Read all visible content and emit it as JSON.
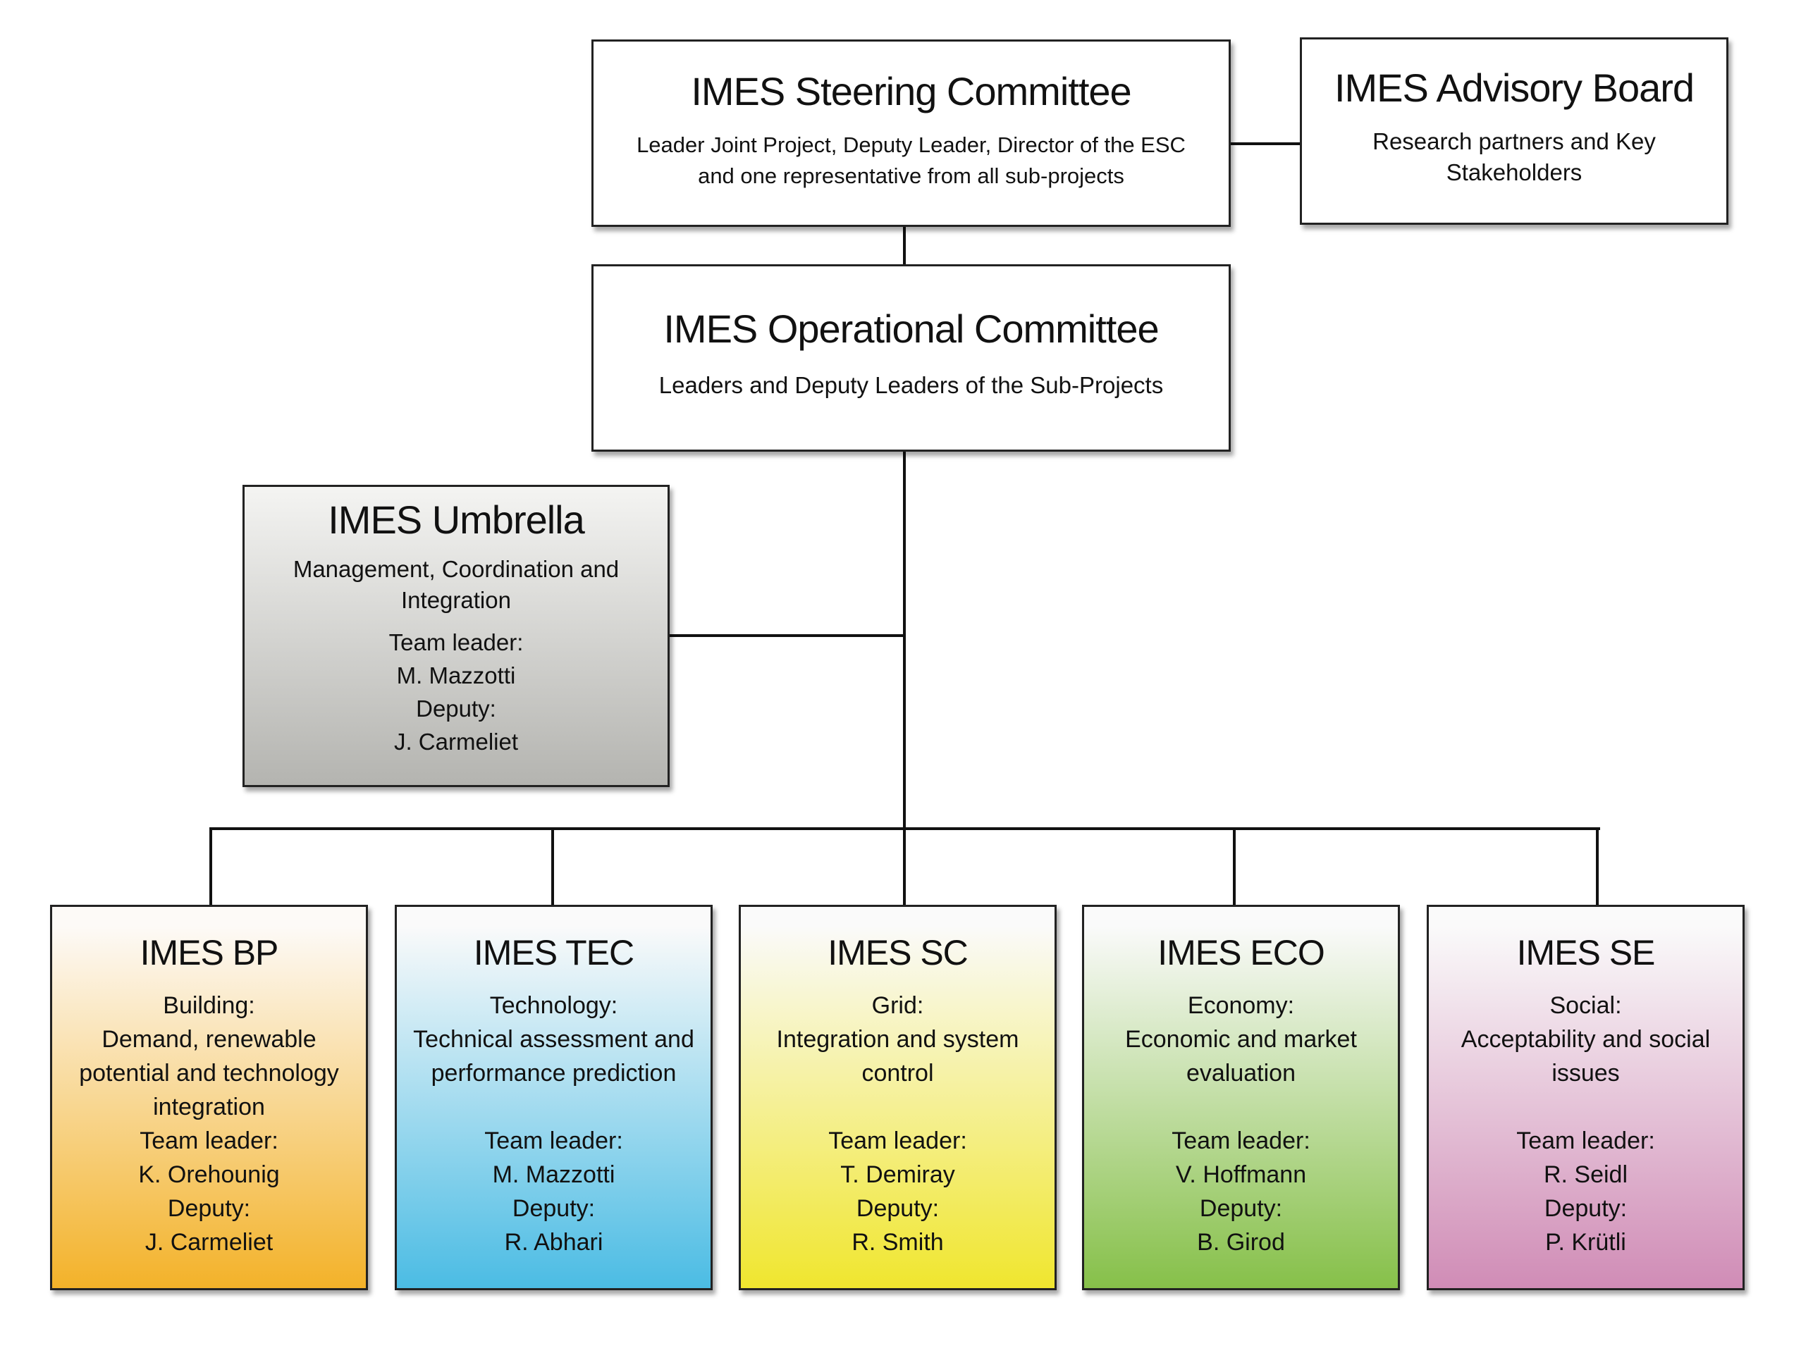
{
  "steering": {
    "title": "IMES Steering Committee",
    "lines": [
      "Leader Joint Project, Deputy Leader, Director of the ESC",
      "and one representative from all sub-projects"
    ]
  },
  "advisory": {
    "title": "IMES Advisory Board",
    "lines": [
      "Research partners and Key",
      "Stakeholders"
    ]
  },
  "operational": {
    "title": "IMES Operational Committee",
    "lines": [
      "Leaders and Deputy Leaders of the Sub-Projects"
    ]
  },
  "umbrella": {
    "title": "IMES Umbrella",
    "lines": [
      "Management, Coordination and",
      "Integration"
    ],
    "leader_label": "Team leader:",
    "leader": "M. Mazzotti",
    "deputy_label": "Deputy:",
    "deputy": "J. Carmeliet",
    "colors": [
      "#f4f4f2",
      "#b4b4b0"
    ]
  },
  "units": [
    {
      "title": "IMES BP",
      "area": "Building:",
      "desc": [
        "Demand, renewable",
        "potential and technology",
        "integration"
      ],
      "leader_label": "Team leader:",
      "leader": "K. Orehounig",
      "deputy_label": "Deputy:",
      "deputy": "J. Carmeliet",
      "colors": [
        "#fdfaf7",
        "#f3b229"
      ]
    },
    {
      "title": "IMES TEC",
      "area": "Technology:",
      "desc": [
        "Technical  assessment and",
        "performance prediction"
      ],
      "leader_label": "Team leader:",
      "leader": "M. Mazzotti",
      "deputy_label": "Deputy:",
      "deputy": "R. Abhari",
      "colors": [
        "#fafafa",
        "#4bbce4"
      ]
    },
    {
      "title": "IMES SC",
      "area": "Grid:",
      "desc": [
        "Integration and system",
        "control"
      ],
      "leader_label": "Team leader:",
      "leader": "T. Demiray",
      "deputy_label": "Deputy:",
      "deputy": "R. Smith",
      "colors": [
        "#fafafa",
        "#f0e62e"
      ]
    },
    {
      "title": "IMES ECO",
      "area": "Economy:",
      "desc": [
        "Economic and market",
        "evaluation"
      ],
      "leader_label": "Team leader:",
      "leader": "V. Hoffmann",
      "deputy_label": "Deputy:",
      "deputy": "B. Girod",
      "colors": [
        "#fafafa",
        "#86c049"
      ]
    },
    {
      "title": "IMES SE",
      "area": "Social:",
      "desc": [
        "Acceptability and social",
        "issues"
      ],
      "leader_label": "Team leader:",
      "leader": "R. Seidl",
      "deputy_label": "Deputy:",
      "deputy": "P. Krütli",
      "colors": [
        "#fafafa",
        "#d08cb6"
      ]
    }
  ]
}
